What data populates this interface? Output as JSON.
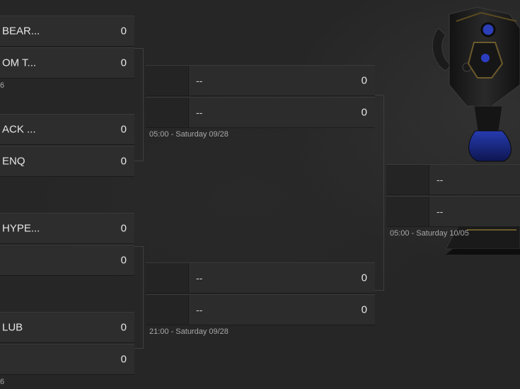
{
  "bracket": {
    "round1": [
      {
        "team": "BEAR...",
        "score": "0"
      },
      {
        "team": "OM T...",
        "score": "0"
      },
      {
        "team": "ACK ...",
        "score": "0"
      },
      {
        "team": "ENQ",
        "score": "0"
      },
      {
        "team": "HYPE...",
        "score": "0"
      },
      {
        "team": "",
        "score": "0"
      },
      {
        "team": "LUB",
        "score": "0"
      },
      {
        "team": "",
        "score": "0"
      }
    ],
    "round1_time_fragments": [
      "6",
      "6"
    ],
    "semifinals": [
      {
        "teams": [
          {
            "team": "--",
            "score": "0"
          },
          {
            "team": "--",
            "score": "0"
          }
        ],
        "time": "05:00 - Saturday 09/28"
      },
      {
        "teams": [
          {
            "team": "--",
            "score": "0"
          },
          {
            "team": "--",
            "score": "0"
          }
        ],
        "time": "21:00 - Saturday 09/28"
      }
    ],
    "final": {
      "teams": [
        {
          "team": "--"
        },
        {
          "team": "--"
        }
      ],
      "time": "05:00 - Saturday 10/05"
    }
  },
  "colors": {
    "background": "#262626",
    "slot": "#2c2c2c",
    "text": "#e6e6e6",
    "muted_text": "#a8a8a8",
    "trophy_accent": "#1f2a8a"
  },
  "icons": [
    "trophy-cup-icon"
  ]
}
